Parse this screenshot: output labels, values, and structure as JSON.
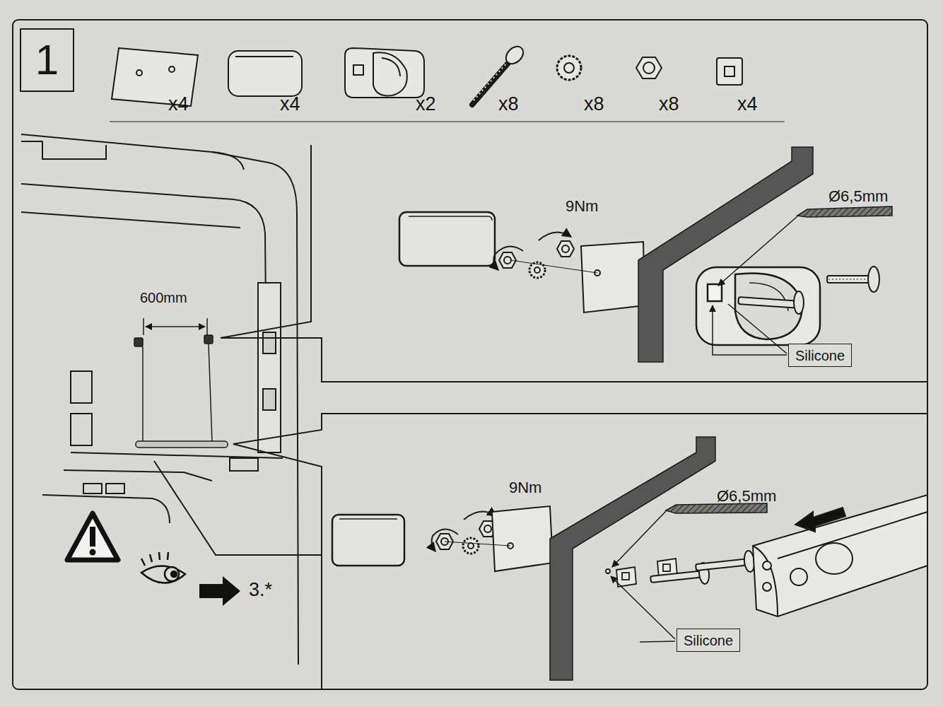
{
  "diagram": {
    "nodes": [
      {
        "text": [
          "1"
        ]
      },
      {
        "text": [
          "Silicone"
        ]
      },
      {
        "text": [
          "Silicone"
        ]
      }
    ],
    "labels": [
      "x4",
      "x4",
      "x2",
      "x8",
      "x8",
      "x8",
      "x4",
      "600mm",
      "9Nm",
      "Ø6,5mm",
      "9Nm",
      "Ø6,5mm",
      "3.*"
    ]
  }
}
